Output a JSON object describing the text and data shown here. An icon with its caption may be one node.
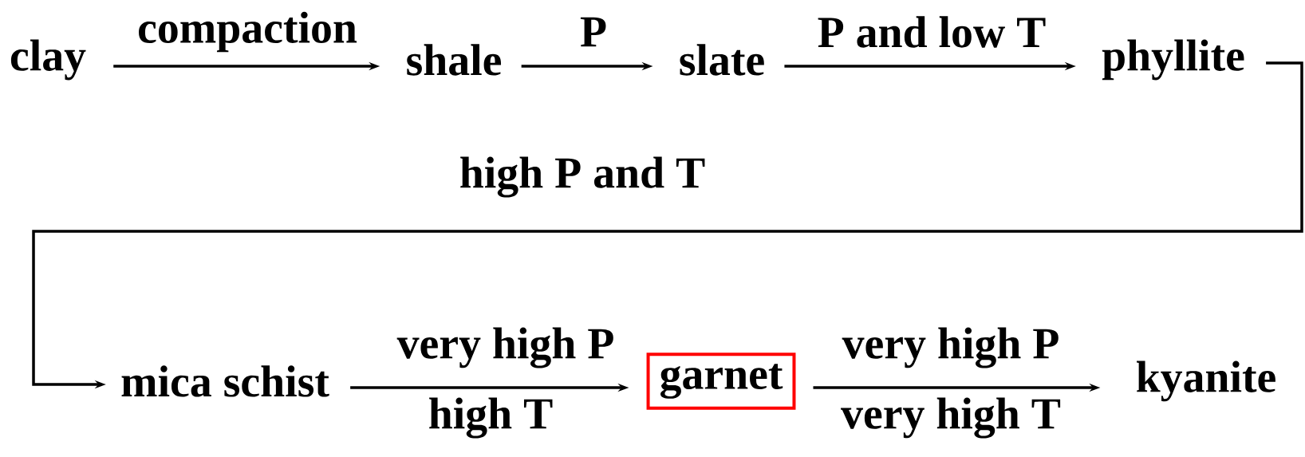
{
  "diagram": {
    "nodes": [
      {
        "text": [
          "clay"
        ]
      },
      {
        "text": [
          "shale"
        ]
      },
      {
        "text": [
          "slate"
        ]
      },
      {
        "text": [
          "phyllite"
        ]
      },
      {
        "text": [
          "mica schist"
        ]
      },
      {
        "text": [
          "garnet"
        ]
      },
      {
        "text": [
          "kyanite"
        ]
      }
    ],
    "edges": [
      {
        "from": 0,
        "to": 1,
        "arrow": "to",
        "label": "compaction"
      },
      {
        "from": 1,
        "to": 2,
        "arrow": "to",
        "label": "P"
      },
      {
        "from": 2,
        "to": 3,
        "arrow": "to",
        "label": "P and low T"
      },
      {
        "from": 3,
        "to": 4,
        "arrow": "to",
        "label": "high P and T"
      },
      {
        "from": 4,
        "to": 5,
        "arrow": "to",
        "label": "very high P"
      },
      {
        "from": 5,
        "to": 6,
        "arrow": "to",
        "label": "very high P"
      }
    ],
    "labels": [
      "high T",
      "very high T"
    ]
  }
}
